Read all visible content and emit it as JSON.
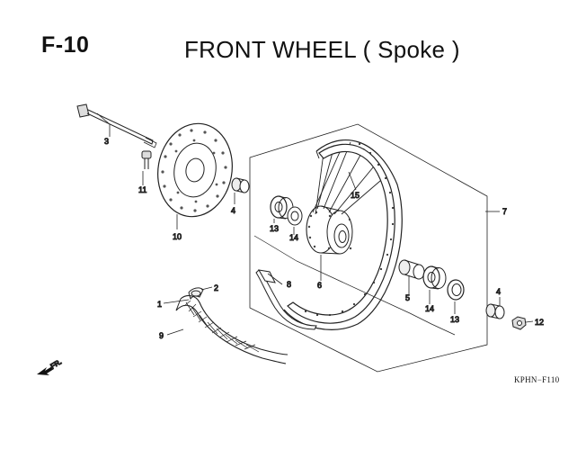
{
  "header": {
    "code": "F-10",
    "title": "FRONT WHEEL ( Spoke )"
  },
  "drawing_code": "KPHN−F110",
  "direction_label": "FR.",
  "callouts": [
    {
      "id": "c1",
      "label": "1"
    },
    {
      "id": "c2",
      "label": "2"
    },
    {
      "id": "c3",
      "label": "3"
    },
    {
      "id": "c4a",
      "label": "4"
    },
    {
      "id": "c4b",
      "label": "4"
    },
    {
      "id": "c5",
      "label": "5"
    },
    {
      "id": "c6",
      "label": "6"
    },
    {
      "id": "c7",
      "label": "7"
    },
    {
      "id": "c8",
      "label": "8"
    },
    {
      "id": "c9",
      "label": "9"
    },
    {
      "id": "c10",
      "label": "10"
    },
    {
      "id": "c11",
      "label": "11"
    },
    {
      "id": "c12",
      "label": "12"
    },
    {
      "id": "c13a",
      "label": "13"
    },
    {
      "id": "c13b",
      "label": "13"
    },
    {
      "id": "c14a",
      "label": "14"
    },
    {
      "id": "c14b",
      "label": "14"
    },
    {
      "id": "c15",
      "label": "15"
    }
  ]
}
